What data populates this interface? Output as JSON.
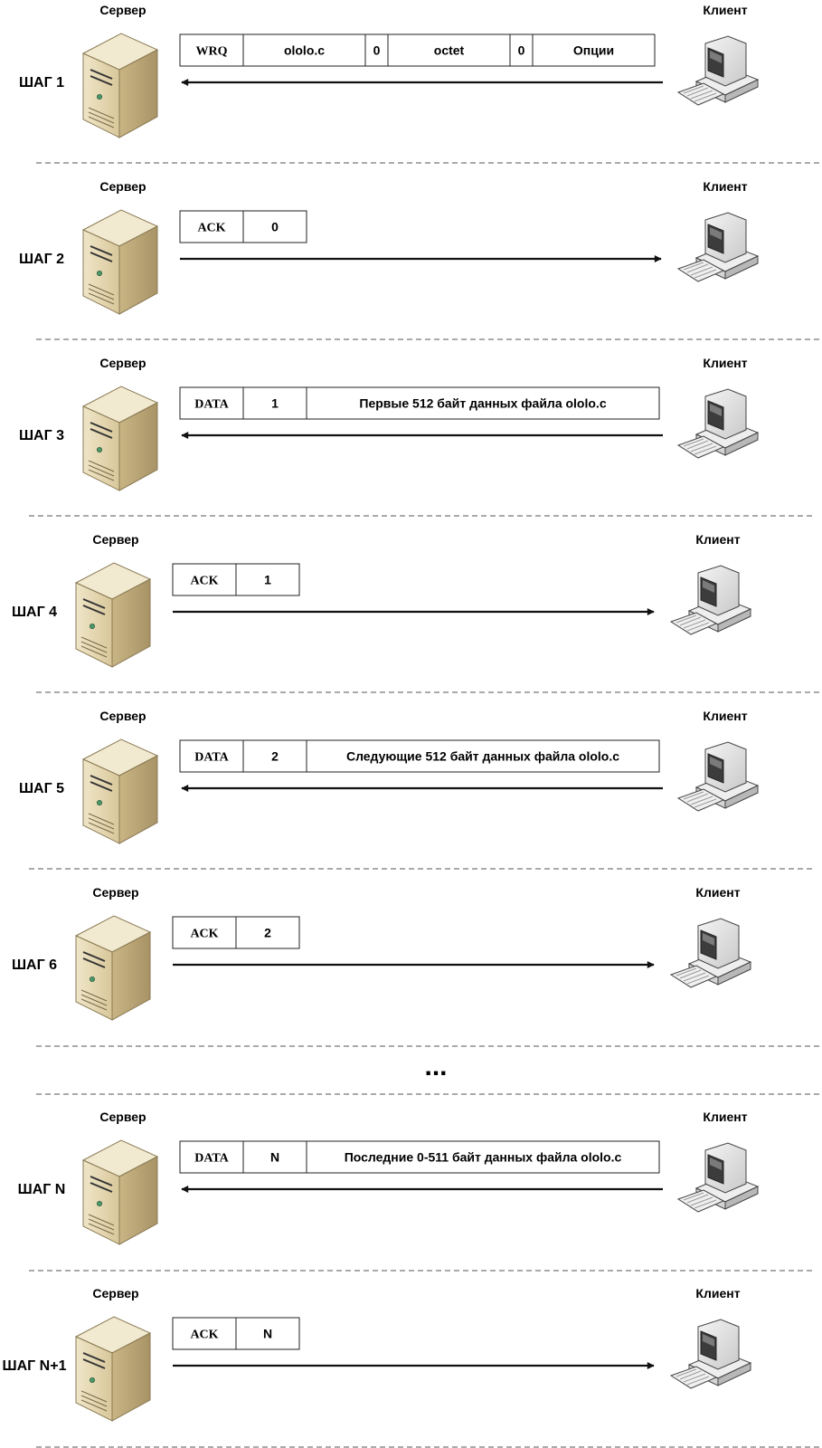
{
  "labels": {
    "server": "Сервер",
    "client": "Клиент"
  },
  "ellipsis": "...",
  "steps": [
    {
      "step": "ШАГ 1",
      "direction": "to-server",
      "packet": [
        "WRQ",
        "ololo.c",
        "0",
        "octet",
        "0",
        "Опции"
      ]
    },
    {
      "step": "ШАГ 2",
      "direction": "to-client",
      "packet": [
        "ACK",
        "0"
      ]
    },
    {
      "step": "ШАГ 3",
      "direction": "to-server",
      "packet": [
        "DATA",
        "1",
        "Первые 512 байт данных файла ololo.c"
      ]
    },
    {
      "step": "ШАГ 4",
      "direction": "to-client",
      "packet": [
        "ACK",
        "1"
      ]
    },
    {
      "step": "ШАГ 5",
      "direction": "to-server",
      "packet": [
        "DATA",
        "2",
        "Следующие 512 байт данных файла ololo.c"
      ]
    },
    {
      "step": "ШАГ 6",
      "direction": "to-client",
      "packet": [
        "ACK",
        "2"
      ]
    },
    {
      "step": "ШАГ N",
      "direction": "to-server",
      "packet": [
        "DATA",
        "N",
        "Последние 0-511 байт данных файла ololo.c"
      ]
    },
    {
      "step": "ШАГ N+1",
      "direction": "to-client",
      "packet": [
        "ACK",
        "N"
      ]
    }
  ],
  "colors": {
    "line": "#111111",
    "server_front": "#e3d5ae",
    "server_side": "#c7b384",
    "server_top": "#f1e8cc"
  }
}
